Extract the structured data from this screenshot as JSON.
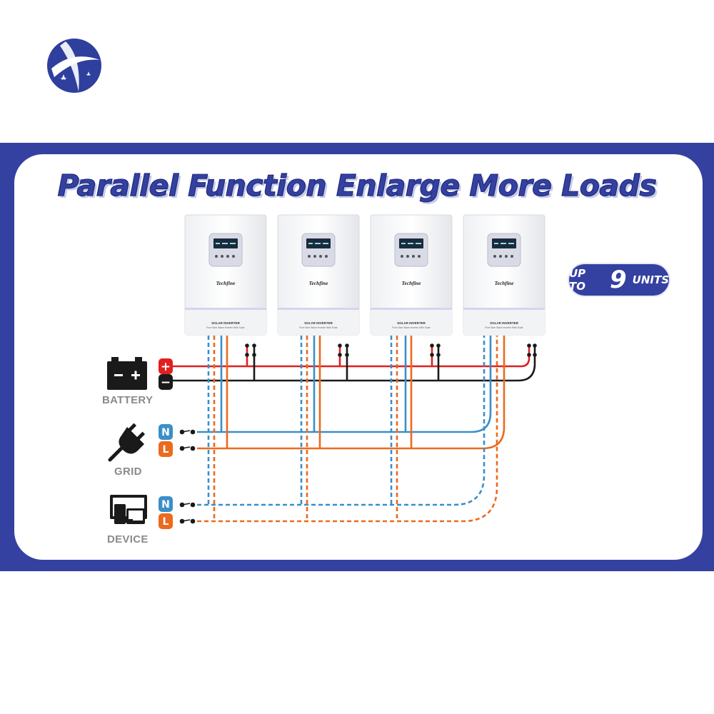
{
  "headline": "Parallel Function Enlarge More Loads",
  "badge": {
    "prefix": "UP TO",
    "number": "9",
    "suffix": "UNITS"
  },
  "inverters": [
    {
      "brand": "Techfine",
      "model": "SOLAR INVERTER",
      "subtitle": "Pure Sine Wave Inverter With Solar"
    },
    {
      "brand": "Techfine",
      "model": "SOLAR INVERTER",
      "subtitle": "Pure Sine Wave Inverter With Solar"
    },
    {
      "brand": "Techfine",
      "model": "SOLAR INVERTER",
      "subtitle": "Pure Sine Wave Inverter With Solar"
    },
    {
      "brand": "Techfine",
      "model": "SOLAR INVERTER",
      "subtitle": "Pure Sine Wave Inverter With Solar"
    }
  ],
  "terminals": {
    "battery": {
      "label": "BATTERY",
      "positive": "+",
      "negative": "−"
    },
    "grid": {
      "label": "GRID",
      "neutral": "N",
      "live": "L"
    },
    "device": {
      "label": "DEVICE",
      "neutral": "N",
      "live": "L"
    }
  },
  "colors": {
    "brand_blue": "#3441a0",
    "positive": "#e02020",
    "negative": "#1a1a1a",
    "neutral": "#3a8fc8",
    "live": "#ec6a1e",
    "label_gray": "#8a8a8a"
  }
}
